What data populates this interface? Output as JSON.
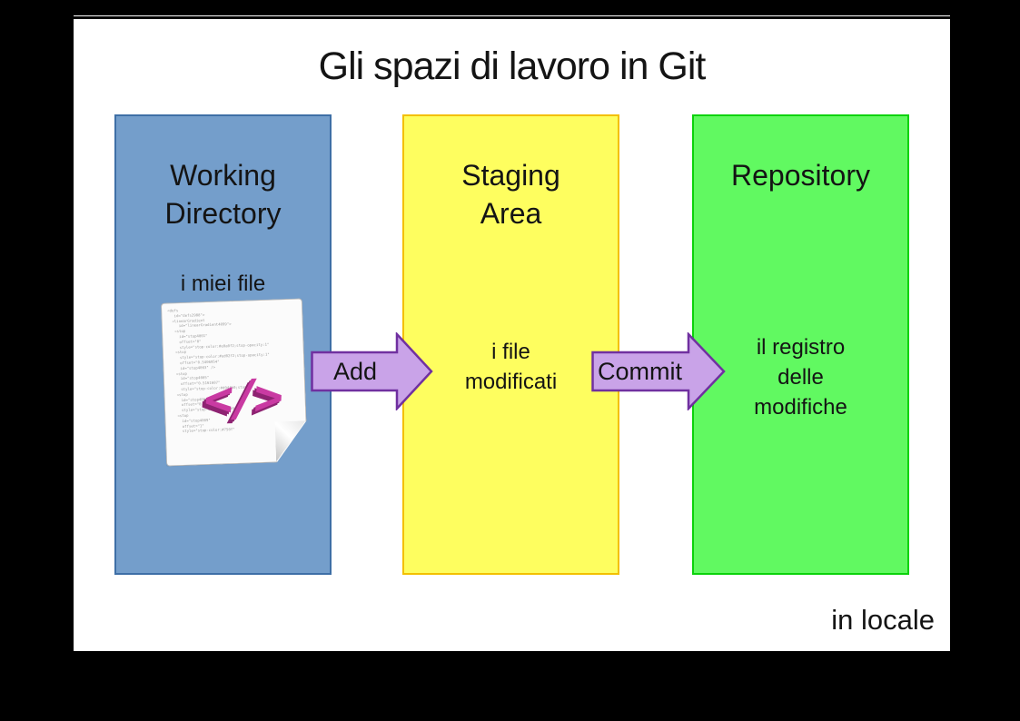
{
  "colors": {
    "background": "#000000",
    "slide": "#ffffff",
    "text": "#141414",
    "working-fill": "#749ECB",
    "working-border": "#3E6FA6",
    "staging-fill": "#FEFE5F",
    "staging-border": "#F3C000",
    "repository-fill": "#61F961",
    "repository-border": "#0BD20B",
    "arrow-fill": "#C9A3E8",
    "arrow-border": "#7030A0",
    "glyph-pink": "#C93AA2",
    "glyph-dark": "#8E2372"
  },
  "title": "Gli spazi di lavoro in Git",
  "footer": "in locale",
  "boxes": [
    {
      "name": "working-directory",
      "title_lines": [
        "Working",
        "Directory"
      ],
      "label": "i miei file"
    },
    {
      "name": "staging-area",
      "title_lines": [
        "Staging",
        "Area"
      ],
      "label_lines": [
        "i file",
        "modificati"
      ]
    },
    {
      "name": "repository",
      "title_lines": [
        "Repository"
      ],
      "label_lines": [
        "il registro",
        "delle",
        "modifiche"
      ]
    }
  ],
  "arrows": [
    {
      "name": "add",
      "label": "Add"
    },
    {
      "name": "commit",
      "label": "Commit"
    }
  ],
  "file_icon": {
    "glyph": "</>",
    "code_lines": [
      "<defs",
      "   id=\"defs2988\">",
      "  <linearGradient",
      "     id=\"linearGradient4099\">",
      "   <stop",
      "     id=\"stop4001\"",
      "     offset=\"0\"",
      "     style=\"stop-color:#e0a0f2;stop-opacity:1\"",
      "   <stop",
      "     style=\"stop-color:#ed02f2;stop-opacity:1\"",
      "     offset=\"0.5406954\"",
      "     id=\"stop4003\" />",
      "   <stop",
      "     id=\"stop4005\"",
      "     offset=\"0.5161607\"",
      "     style=\"stop-color:#d04fb0;stop-o\"",
      "   <stop",
      "     id=\"stop4007\"",
      "     offset=\"0.62\"",
      "     style=\"stop-color:#b13a9a\"",
      "   <stop",
      "     id=\"stop4009\"",
      "     offset=\"1\"",
      "     style=\"stop-color:#750f\""
    ]
  }
}
